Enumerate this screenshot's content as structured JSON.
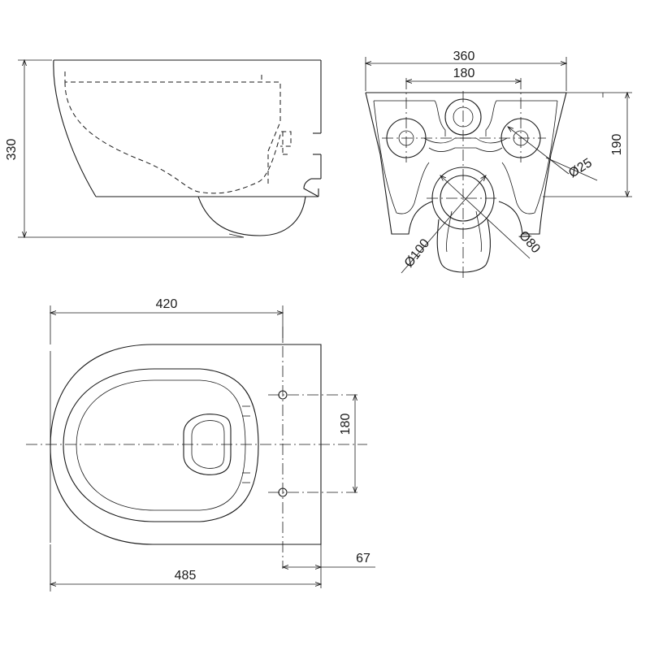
{
  "dimensions": {
    "side_height": "330",
    "rear_width": "360",
    "rear_hole_spacing": "180",
    "rear_hole_height": "190",
    "rear_hole_diameter": "Ø25",
    "outlet_outer_diameter": "Ø100",
    "outlet_inner_diameter": "Ø80",
    "top_width": "420",
    "top_hole_spacing": "180",
    "top_rear_offset": "67",
    "top_length": "485"
  }
}
